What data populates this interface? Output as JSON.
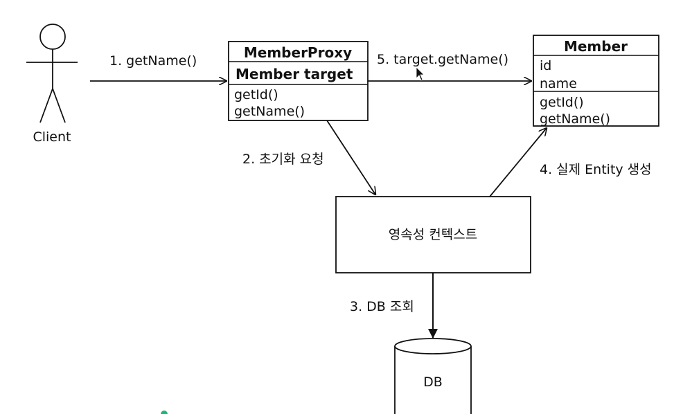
{
  "actor": {
    "label": "Client"
  },
  "proxy_class": {
    "name": "MemberProxy",
    "field": "Member target",
    "methods": [
      "getId()",
      "getName()"
    ]
  },
  "member_class": {
    "name": "Member",
    "fields": [
      "id",
      "name"
    ],
    "methods": [
      "getId()",
      "getName()"
    ]
  },
  "context_box": {
    "label": "영속성 컨텍스트"
  },
  "db": {
    "label": "DB"
  },
  "arrows": {
    "step1": "1. getName()",
    "step2": "2. 초기화 요청",
    "step3": "3. DB 조회",
    "step4": "4. 실제 Entity 생성",
    "step5": "5. target.getName()"
  },
  "colors": {
    "line": "#111111",
    "background": "#ffffff",
    "dot": "#22b573"
  }
}
